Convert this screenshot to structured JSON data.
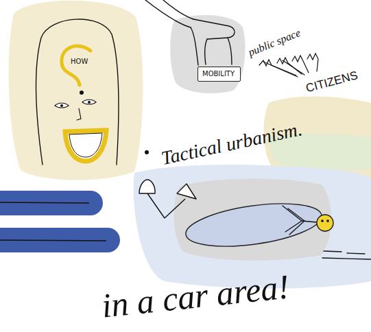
{
  "diagram": {
    "nodes": [
      {
        "text": [
          "HOW"
        ]
      },
      {
        "text": [
          "MOBILITY"
        ]
      }
    ],
    "labels": [
      "public space",
      "CITIZENS",
      "Tactical urbanism.",
      "in a car area!"
    ]
  }
}
